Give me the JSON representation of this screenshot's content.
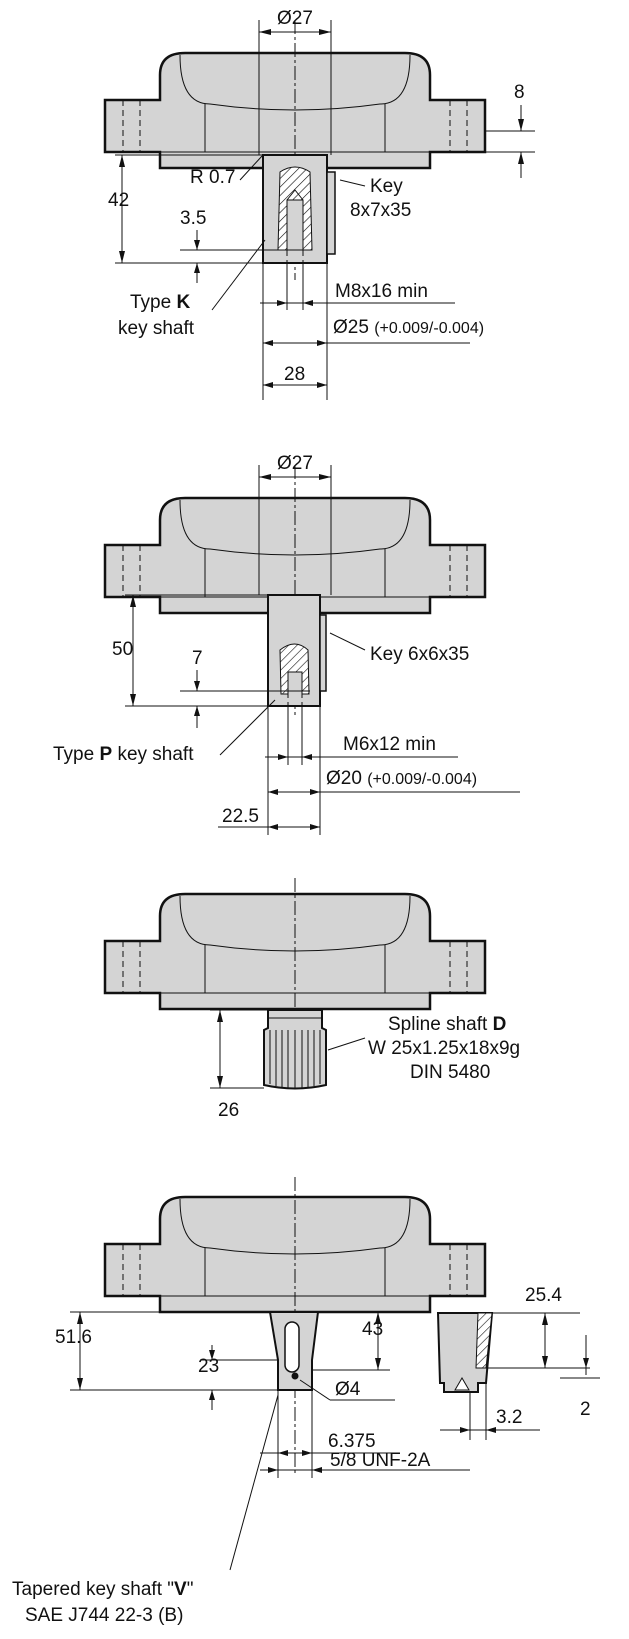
{
  "view1": {
    "dia_top": "Ø27",
    "dim_8": "8",
    "radius": "R 0.7",
    "dim_42": "42",
    "dim_35": "3.5",
    "key_label1": "Key",
    "key_label2": "8x7x35",
    "type_prefix": "Type ",
    "type_letter": "K",
    "type_line2": "key shaft",
    "thread": "M8x16 min",
    "dia_shaft": "Ø25",
    "dia_tol": "(+0.009/-0.004)",
    "dim_28": "28"
  },
  "view2": {
    "dia_top": "Ø27",
    "dim_50": "50",
    "dim_7": "7",
    "key_label": "Key 6x6x35",
    "type_prefix": "Type ",
    "type_letter": "P",
    "type_suffix": " key shaft",
    "thread": "M6x12 min",
    "dia_shaft": "Ø20",
    "dia_tol": "(+0.009/-0.004)",
    "dim_225": "22.5"
  },
  "view3": {
    "spline_prefix": "Spline shaft ",
    "spline_letter": "D",
    "spline_line2": "W 25x1.25x18x9g",
    "spline_line3": "DIN 5480",
    "dim_26": "26"
  },
  "view4": {
    "dim_254": "25.4",
    "dim_516": "51.6",
    "dim_43": "43",
    "dim_23": "23",
    "dia_hole": "Ø4",
    "dim_2": "2",
    "dim_32": "3.2",
    "dim_6375": "6.375",
    "thread": "5/8 UNF-2A",
    "type_prefix": "Tapered key shaft \"",
    "type_letter": "V",
    "type_suffix": "\"",
    "type_line2": "SAE J744 22-3 (B)"
  }
}
